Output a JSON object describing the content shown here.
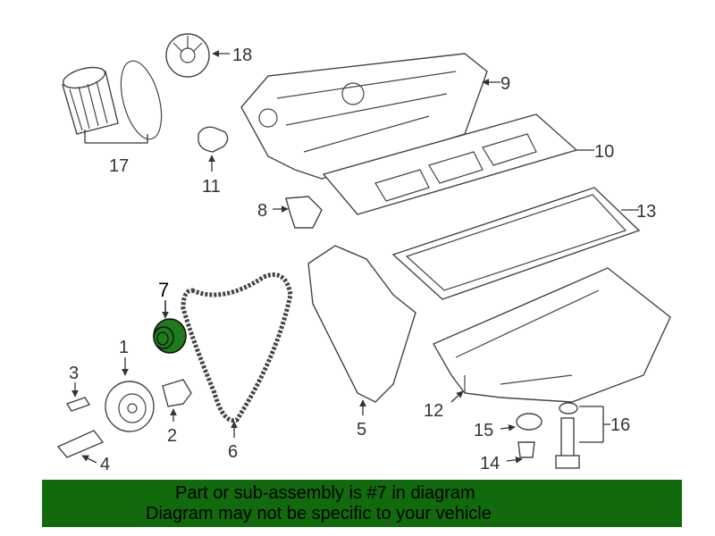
{
  "diagram": {
    "highlight_color": "#1e7a1a",
    "callouts": {
      "c1": "1",
      "c2": "2",
      "c3": "3",
      "c4": "4",
      "c5": "5",
      "c6": "6",
      "c7": "7",
      "c8": "8",
      "c9": "9",
      "c10": "10",
      "c11": "11",
      "c12": "12",
      "c13": "13",
      "c14": "14",
      "c15": "15",
      "c16": "16",
      "c17": "17",
      "c18": "18"
    }
  },
  "banner": {
    "color": "#116b0c",
    "line1": "Part or sub-assembly is #7 in diagram",
    "line2": "Diagram may not be specific to your vehicle"
  }
}
